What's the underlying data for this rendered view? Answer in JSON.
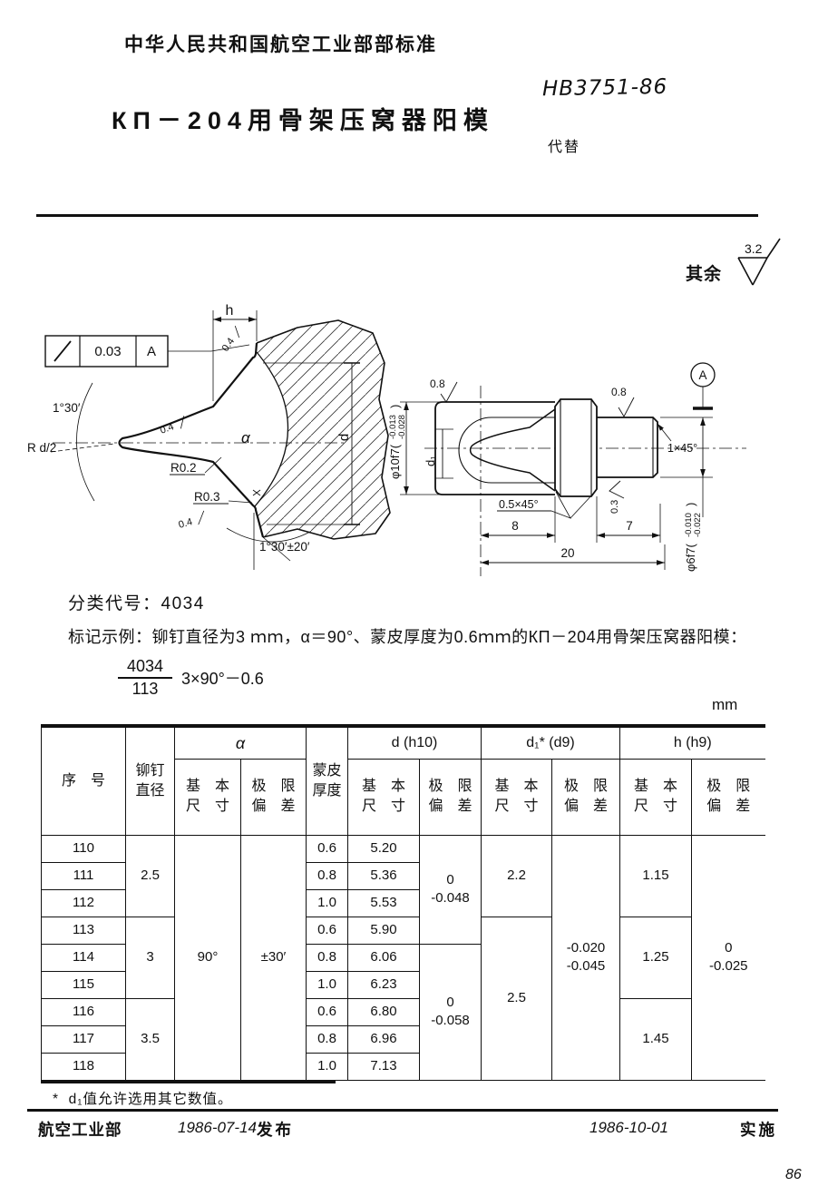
{
  "page": {
    "standard_org": "中华人民共和国航空工业部部标准",
    "standard_no": "HB3751-86",
    "title": "КП－204用骨架压窝器阳模",
    "supersedes_label": "代替",
    "page_number": "86"
  },
  "surface_note": {
    "label": "其余",
    "value": "3.2"
  },
  "left_view": {
    "h_label": "h",
    "fcf": {
      "value": "0.03",
      "datum": "A"
    },
    "labels": {
      "taper_angle": "1°30′",
      "tip_radius": "R d/2",
      "rough_pin": "0.4",
      "rough_top": "0.4",
      "r_fillet": "R0.2",
      "r_lip": "R0.3",
      "rough_face": "0.4",
      "face_angle": "1°30′±20′",
      "alpha": "α",
      "dia": "d"
    }
  },
  "right_view": {
    "labels": {
      "rough_dome": "0.8",
      "rough_shank": "0.8",
      "rough_flange": "0.3",
      "dia_big_main": "φ10f7(",
      "dia_big_upper": "-0.013",
      "dia_big_lower": "-0.028",
      "dia_big_close": ")",
      "d1": "d₁",
      "chamfer_right": "1×45°",
      "chamfer_flange": "0.5×45°",
      "dim_8": "8",
      "dim_7": "7",
      "dim_20": "20",
      "dia_small_main": "φ6f7(",
      "dia_small_upper": "-0.010",
      "dia_small_lower": "-0.022",
      "dia_small_close": ")",
      "datum": "A"
    }
  },
  "classification": {
    "label": "分类代号：",
    "value": "4034"
  },
  "designation": {
    "label": "标记示例：",
    "text": "铆钉直径为3 ｍｍ，α＝90°、蒙皮厚度为0.6ｍｍ的КП－204用骨架压窝器阳模：",
    "numerator": "4034",
    "denominator": "113",
    "suffix": "3×90°－0.6"
  },
  "unit_note": "mm",
  "table": {
    "headers": {
      "seq": "序　号",
      "rivet": "铆钉\n直径",
      "alpha": "α",
      "d": "d (h10)",
      "d1": "d₁* (d9)",
      "h": "h (h9)",
      "basic": "基　本\n尺　寸",
      "limit": "极　限\n偏　差",
      "skin": "蒙皮\n厚度"
    },
    "rows": [
      {
        "seq": "110",
        "skin": "0.6",
        "d": "5.20"
      },
      {
        "seq": "111",
        "skin": "0.8",
        "d": "5.36"
      },
      {
        "seq": "112",
        "skin": "1.0",
        "d": "5.53"
      },
      {
        "seq": "113",
        "skin": "0.6",
        "d": "5.90"
      },
      {
        "seq": "114",
        "skin": "0.8",
        "d": "6.06"
      },
      {
        "seq": "115",
        "skin": "1.0",
        "d": "6.23"
      },
      {
        "seq": "116",
        "skin": "0.6",
        "d": "6.80"
      },
      {
        "seq": "117",
        "skin": "0.8",
        "d": "6.96"
      },
      {
        "seq": "118",
        "skin": "1.0",
        "d": "7.13"
      }
    ],
    "merged": {
      "rivet": [
        "2.5",
        "3",
        "3.5"
      ],
      "alpha_basic": "90°",
      "alpha_limit": "±30′",
      "d_limit": [
        "0\n-0.048",
        "0\n-0.058"
      ],
      "d1_basic": [
        "2.2",
        "2.5"
      ],
      "d1_limit": "-0.020\n-0.045",
      "h_basic": [
        "1.15",
        "1.25",
        "1.45"
      ],
      "h_limit": "0\n-0.025"
    }
  },
  "footnote": {
    "marker": "*",
    "text": "d₁值允许选用其它数值。"
  },
  "footer": {
    "org": "航空工业部",
    "issue_date": "1986-07-14",
    "issue_label": "发布",
    "impl_date": "1986-10-01",
    "impl_label": "实施"
  }
}
